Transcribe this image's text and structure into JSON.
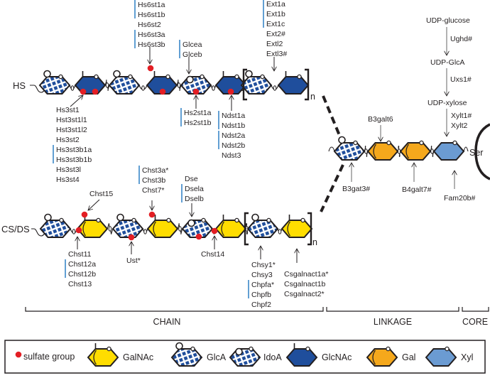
{
  "colors": {
    "glcnac": "#1f4e9c",
    "galnac": "#ffdd00",
    "gal": "#f5a81c",
    "xyl": "#6b9bd2",
    "sulfate": "#e31e24",
    "group_bar": "#3a87c8",
    "glca_squares": "#1f4e9c"
  },
  "hs": {
    "label": "HS",
    "n": "n",
    "hs6st": {
      "lines": [
        "Hs6st1a",
        "Hs6st1b",
        "Hs6st2",
        "Hs6st3a",
        "Hs6st3b"
      ],
      "groups": [
        [
          0,
          1
        ],
        [
          3,
          4
        ]
      ]
    },
    "glce": {
      "lines": [
        "Glcea",
        "Glceb"
      ],
      "groups": [
        [
          0,
          1
        ]
      ]
    },
    "ext": {
      "lines": [
        "Ext1a",
        "Ext1b",
        "Ext1c",
        "Ext2#",
        "Extl2",
        "Extl3#"
      ],
      "groups": [
        [
          0,
          2
        ]
      ]
    },
    "hs3st": {
      "lines": [
        "Hs3st1",
        "Hst3st1l1",
        "Hst3st1l2",
        "Hs3st2",
        "Hs3st3b1a",
        "Hs3st3b1b",
        "Hs3st3l",
        "Hs3st4"
      ],
      "groups": [
        [
          4,
          5
        ]
      ]
    },
    "hs2st": {
      "lines": [
        "Hs2st1a",
        "Hs2st1b"
      ],
      "groups": [
        [
          0,
          1
        ]
      ]
    },
    "ndst": {
      "lines": [
        "Ndst1a",
        "Ndst1b",
        "Ndst2a",
        "Ndst2b",
        "Ndst3"
      ],
      "groups": [
        [
          0,
          1
        ],
        [
          2,
          3
        ]
      ]
    }
  },
  "cs": {
    "label": "CS/DS",
    "n": "n",
    "chst15": {
      "lines": [
        "Chst15"
      ],
      "groups": []
    },
    "chst3": {
      "lines": [
        "Chst3a*",
        "Chst3b",
        "Chst7*"
      ],
      "groups": [
        [
          0,
          1
        ]
      ]
    },
    "dse": {
      "lines": [
        "Dse",
        "Dsela",
        "Dselb"
      ],
      "groups": [
        [
          1,
          2
        ]
      ]
    },
    "chst11": {
      "lines": [
        "Chst11",
        "Chst12a",
        "Chst12b",
        "Chst13"
      ],
      "groups": [
        [
          1,
          2
        ]
      ]
    },
    "ust": {
      "lines": [
        "Ust*"
      ],
      "groups": []
    },
    "chst14": {
      "lines": [
        "Chst14"
      ],
      "groups": []
    },
    "chsy": {
      "lines": [
        "Chsy1*",
        "Chsy3",
        "Chpfa*",
        "Chpfb",
        "Chpf2"
      ],
      "groups": [
        [
          2,
          3
        ]
      ]
    },
    "csgalnact": {
      "lines": [
        "Csgalnact1a*",
        "Csgalnact1b",
        "Csgalnact2*"
      ],
      "groups": []
    }
  },
  "linkage": {
    "udp_glucose": "UDP-glucose",
    "ughd": "Ughd#",
    "udp_glca": "UDP-GlcA",
    "uxs1": "Uxs1#",
    "udp_xylose": "UDP-xylose",
    "xylt1": "Xylt1#",
    "xylt2": "Xylt2",
    "b3galt6": "B3galt6",
    "b3gat3": "B3gat3#",
    "b4galt7": "B4galt7#",
    "fam20b": "Fam20b#",
    "ser": "Ser"
  },
  "sections": {
    "chain": "CHAIN",
    "linkage": "LINKAGE",
    "core": "CORE"
  },
  "legend": {
    "sulfate": "sulfate group",
    "galnac": "GalNAc",
    "glca": "GlcA",
    "idoa": "IdoA",
    "glcnac": "GlcNAc",
    "gal": "Gal",
    "xyl": "Xyl"
  }
}
